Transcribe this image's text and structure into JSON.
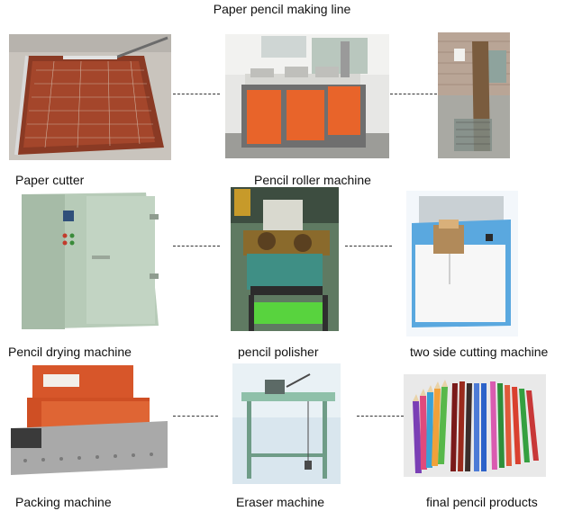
{
  "page": {
    "title": "Paper pencil making line"
  },
  "steps": [
    {
      "label": "Paper cutter"
    },
    {
      "label": "Pencil roller machine"
    },
    {
      "label": ""
    },
    {
      "label": "Pencil drying machine"
    },
    {
      "label": "pencil polisher"
    },
    {
      "label": "two side cutting machine"
    },
    {
      "label": "Packing machine"
    },
    {
      "label": "Eraser machine"
    },
    {
      "label": "final pencil products"
    }
  ]
}
